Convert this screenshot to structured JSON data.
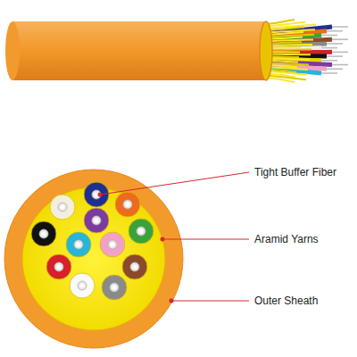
{
  "diagram": {
    "labels": [
      "Tight Buffer Fiber",
      "Aramid Yarns",
      "Outer Sheath"
    ]
  }
}
